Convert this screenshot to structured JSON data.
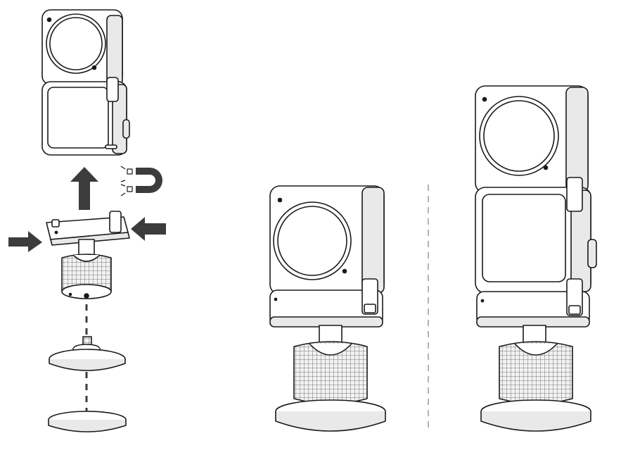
{
  "diagram": {
    "panels": [
      {
        "id": "assembly-steps"
      },
      {
        "id": "mounted-single-camera"
      },
      {
        "id": "mounted-camera-with-screen-module"
      }
    ],
    "icons": [
      "up-arrow-icon",
      "magnet-icon",
      "squeeze-arrow-left-icon",
      "squeeze-arrow-right-icon"
    ],
    "colors": {
      "line": "#1a1a1a",
      "fill": "#ffffff",
      "shade": "#e9e9e9",
      "arrow": "#3c3c3c",
      "divider": "#9a9a9a"
    }
  }
}
